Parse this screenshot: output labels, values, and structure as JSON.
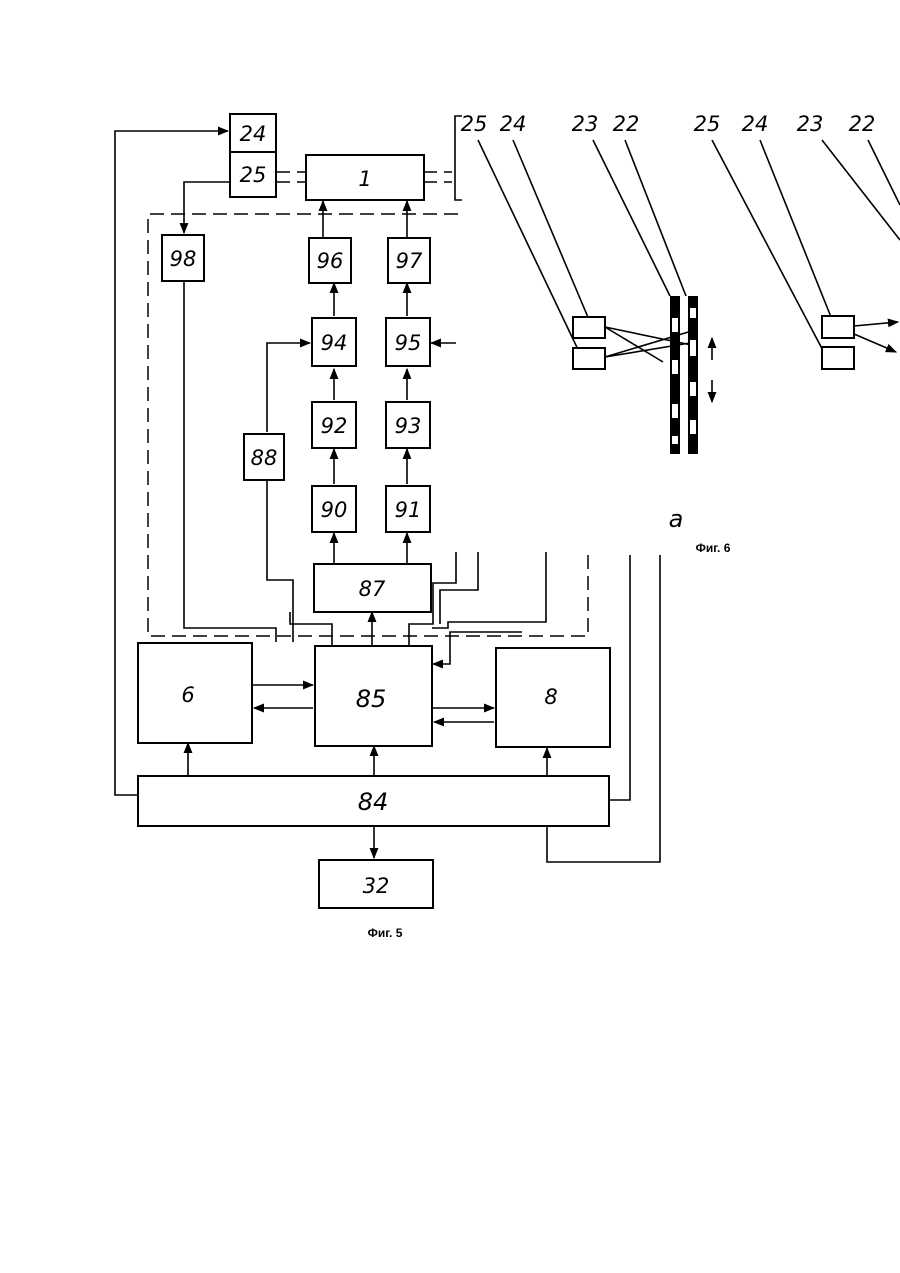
{
  "fig5": {
    "caption": "Фиг. 5",
    "blocks": {
      "b24": "24",
      "b25": "25",
      "b1": "1",
      "b98": "98",
      "b96": "96",
      "b97": "97",
      "b94": "94",
      "b95": "95",
      "b92": "92",
      "b93": "93",
      "b88": "88",
      "b90": "90",
      "b91": "91",
      "b87": "87",
      "b6": "6",
      "b85": "85",
      "b8": "8",
      "b84": "84",
      "b32": "32"
    }
  },
  "fig6": {
    "caption": "Фиг. 6",
    "sub_label": "a",
    "labels_a": [
      "25",
      "24",
      "23",
      "22"
    ],
    "labels_b": [
      "25",
      "24",
      "23",
      "22"
    ]
  }
}
